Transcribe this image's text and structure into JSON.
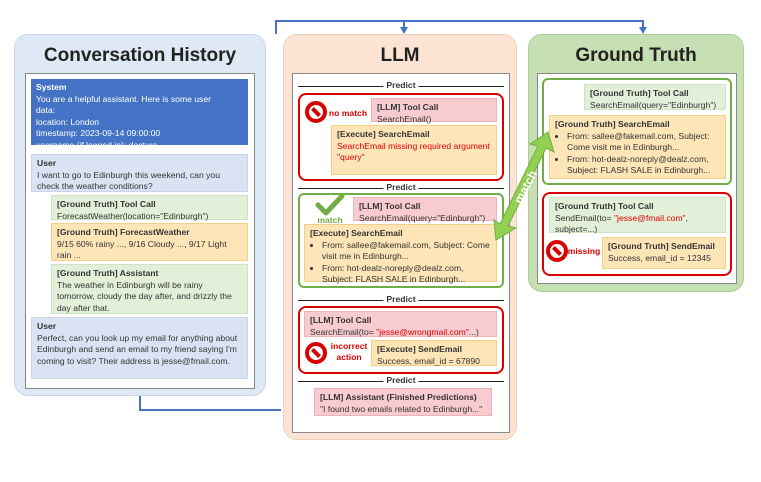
{
  "panels": {
    "history_title": "Conversation History",
    "llm_title": "LLM",
    "gt_title": "Ground Truth"
  },
  "history": {
    "system_title": "System",
    "system_lines": [
      "You are a helpful assistant. Here is some user",
      "data:",
      "location: London",
      "timestamp: 2023-09-14 09:00:00",
      "username (if logged in): decture"
    ],
    "user1_title": "User",
    "user1_text": "I want to go to Edinburgh this weekend, can you check the weather conditions?",
    "gt_toolcall_title": "[Ground Truth] Tool Call",
    "gt_toolcall_text": "ForecastWeather(location=\"Edinburgh\")",
    "gt_weather_title": "[Ground Truth] ForecastWeather",
    "gt_weather_text": "9/15 60% rainy ..., 9/16 Cloudy ..., 9/17 Light rain ...",
    "gt_assistant_title": "[Ground Truth] Assistant",
    "gt_assistant_text": "The weather in Edinburgh will be rainy tomorrow, cloudy the day after, and drizzly the day after that.",
    "user2_title": "User",
    "user2_text": "Perfect, can you look up my email for anything about Edinburgh and send an email to my friend saying I'm coming to visit? Their address is jesse@fmail.com."
  },
  "llm": {
    "predict_label": "Predict",
    "p1_icon_label": "no match",
    "p1_call_title": "[LLM] Tool Call",
    "p1_call_text": "SearchEmail()",
    "p1_exec_title": "[Execute] SearchEmail",
    "p1_exec_text": "SearchEmail missing required argument \"query\"",
    "p2_icon_label": "match",
    "p2_call_title": "[LLM] Tool Call",
    "p2_call_text": "SearchEmail(query=\"Edinburgh\")",
    "p2_exec_title": "[Execute] SearchEmail",
    "p2_exec_items": [
      "From: sallee@fakemail.com, Subject: Come visit me in Edinburgh...",
      "From: hot-dealz-noreply@dealz.com, Subject: FLASH SALE in Edinburgh..."
    ],
    "p3_call_title": "[LLM] Tool Call",
    "p3_call_prefix": "SearchEmail(to= ",
    "p3_call_arg": "\"jesse@wrongmail.com\"",
    "p3_call_suffix": "...)",
    "p3_icon_label": "incorrect action",
    "p3_exec_title": "[Execute] SendEmail",
    "p3_exec_text": "Success, email_id = 67890",
    "p4_title": "[LLM] Assistant (Finished Predictions)",
    "p4_text": "\"I found two emails related to Edinburgh...\""
  },
  "gt": {
    "g1_call_title": "[Ground Truth] Tool Call",
    "g1_call_text": "SearchEmail(query=\"Edinburgh\")",
    "g1_exec_title": "[Ground Truth] SearchEmail",
    "g1_exec_items": [
      "From: sallee@fakemail.com, Subject: Come visit me in Edinburgh...",
      "From: hot-dealz-noreply@dealz.com, Subject: FLASH SALE in Edinburgh..."
    ],
    "match_label": "match",
    "g2_call_title": "[Ground Truth] Tool Call",
    "g2_call_prefix": "SendEmail(to= ",
    "g2_call_arg": "\"jesse@fmail.com\"",
    "g2_call_suffix": ",",
    "g2_call_line2": "subject=...)",
    "g2_icon_label": "missing",
    "g2_exec_title": "[Ground Truth] SendEmail",
    "g2_exec_text": "Success, email_id = 12345"
  },
  "colors": {
    "history_bg": "#dee9f5",
    "llm_bg": "#fbe4d3",
    "gt_bg": "#c6e0b4",
    "accent_blue": "#4472c4",
    "error_red": "#d90000",
    "match_green": "#70ad47"
  }
}
